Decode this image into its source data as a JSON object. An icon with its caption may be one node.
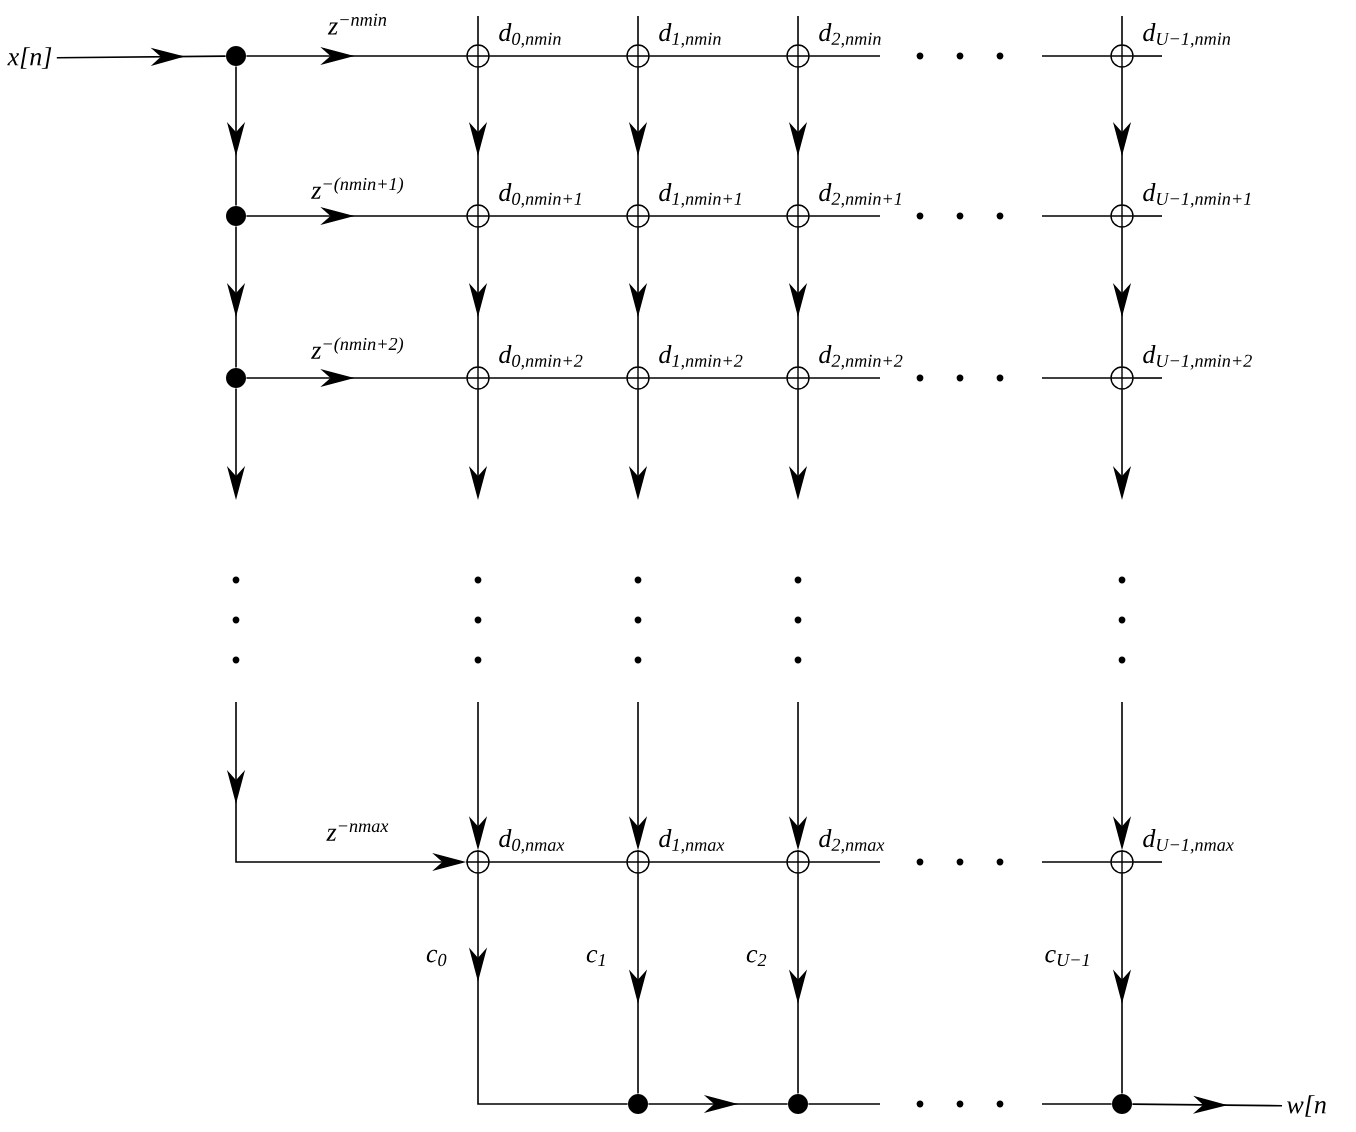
{
  "diagram": {
    "nodes": [
      {
        "text": [
          "x[n]"
        ]
      },
      {
        "text": [],
        "shape": "dot"
      },
      {
        "text": [],
        "shape": "circle",
        "beside": [
          "d$_{0,nmin}$"
        ]
      },
      {
        "text": [],
        "shape": "circle",
        "beside": [
          "d$_{1,nmin}$"
        ]
      },
      {
        "text": [],
        "shape": "circle",
        "beside": [
          "d$_{2,nmin}$"
        ]
      },
      {
        "text": [],
        "shape": "circle",
        "beside": [
          "d$_{U−1,nmin}$"
        ]
      },
      {
        "text": [],
        "shape": "dot"
      },
      {
        "text": [],
        "shape": "circle",
        "beside": [
          "d$_{0,nmin+1}$"
        ]
      },
      {
        "text": [],
        "shape": "circle",
        "beside": [
          "d$_{1,nmin+1}$"
        ]
      },
      {
        "text": [],
        "shape": "circle",
        "beside": [
          "d$_{2,nmin+1}$"
        ]
      },
      {
        "text": [],
        "shape": "circle",
        "beside": [
          "d$_{U−1,nmin+1}$"
        ]
      },
      {
        "text": [],
        "shape": "dot"
      },
      {
        "text": [],
        "shape": "circle",
        "beside": [
          "d$_{0,nmin+2}$"
        ]
      },
      {
        "text": [],
        "shape": "circle",
        "beside": [
          "d$_{1,nmin+2}$"
        ]
      },
      {
        "text": [],
        "shape": "circle",
        "beside": [
          "d$_{2,nmin+2}$"
        ]
      },
      {
        "text": [],
        "shape": "circle",
        "beside": [
          "d$_{U−1,nmin+2}$"
        ]
      },
      {
        "text": [],
        "shape": "circle",
        "beside": [
          "d$_{0,nmax}$"
        ]
      },
      {
        "text": [],
        "shape": "circle",
        "beside": [
          "d$_{1,nmax}$"
        ]
      },
      {
        "text": [],
        "shape": "circle",
        "beside": [
          "d$_{2,nmax}$"
        ]
      },
      {
        "text": [],
        "shape": "circle",
        "beside": [
          "d$_{U−1,nmax}$"
        ]
      },
      {
        "text": [],
        "shape": "dot"
      },
      {
        "text": [],
        "shape": "dot"
      },
      {
        "text": [],
        "shape": "dot"
      },
      {
        "text": [
          "w[n"
        ]
      }
    ],
    "edges": [
      {
        "from": 0,
        "to": 1,
        "arrow": "to"
      },
      {
        "from": 1,
        "to": 2,
        "arrow": "to",
        "label": "z$^{−nmin}$"
      },
      {
        "from": 6,
        "to": 7,
        "arrow": "to",
        "label": "z$^{−(nmin+1)}$"
      },
      {
        "from": 11,
        "to": 12,
        "arrow": "to",
        "label": "z$^{−(nmin+2)}$"
      },
      {
        "from": null,
        "to": 16,
        "arrow": "to",
        "label": "z$^{−nmax}$"
      },
      {
        "from": 1,
        "to": 6,
        "arrow": "to"
      },
      {
        "from": 6,
        "to": 11,
        "arrow": "to"
      },
      {
        "from": 11,
        "to": null,
        "arrow": "to"
      },
      {
        "from": 2,
        "to": 3,
        "arrow": "none"
      },
      {
        "from": 3,
        "to": 4,
        "arrow": "none"
      },
      {
        "from": 4,
        "to": null,
        "arrow": "none"
      },
      {
        "from": null,
        "to": 5,
        "arrow": "none"
      },
      {
        "from": 5,
        "to": null,
        "arrow": "none"
      },
      {
        "from": 7,
        "to": 8,
        "arrow": "none"
      },
      {
        "from": 8,
        "to": 9,
        "arrow": "none"
      },
      {
        "from": 9,
        "to": null,
        "arrow": "none"
      },
      {
        "from": null,
        "to": 10,
        "arrow": "none"
      },
      {
        "from": 10,
        "to": null,
        "arrow": "none"
      },
      {
        "from": 12,
        "to": 13,
        "arrow": "none"
      },
      {
        "from": 13,
        "to": 14,
        "arrow": "none"
      },
      {
        "from": 14,
        "to": null,
        "arrow": "none"
      },
      {
        "from": null,
        "to": 15,
        "arrow": "none"
      },
      {
        "from": 15,
        "to": null,
        "arrow": "none"
      },
      {
        "from": 16,
        "to": 17,
        "arrow": "none"
      },
      {
        "from": 17,
        "to": 18,
        "arrow": "none"
      },
      {
        "from": 18,
        "to": null,
        "arrow": "none"
      },
      {
        "from": null,
        "to": 19,
        "arrow": "none"
      },
      {
        "from": 19,
        "to": null,
        "arrow": "none"
      },
      {
        "from": null,
        "to": 2,
        "arrow": "none"
      },
      {
        "from": null,
        "to": 3,
        "arrow": "none"
      },
      {
        "from": null,
        "to": 4,
        "arrow": "none"
      },
      {
        "from": null,
        "to": 5,
        "arrow": "none"
      },
      {
        "from": 2,
        "to": 7,
        "arrow": "to"
      },
      {
        "from": 7,
        "to": 12,
        "arrow": "to"
      },
      {
        "from": 12,
        "to": null,
        "arrow": "to"
      },
      {
        "from": null,
        "to": 16,
        "arrow": "to"
      },
      {
        "from": 3,
        "to": 8,
        "arrow": "to"
      },
      {
        "from": 8,
        "to": 13,
        "arrow": "to"
      },
      {
        "from": 13,
        "to": null,
        "arrow": "to"
      },
      {
        "from": null,
        "to": 17,
        "arrow": "to"
      },
      {
        "from": 4,
        "to": 9,
        "arrow": "to"
      },
      {
        "from": 9,
        "to": 14,
        "arrow": "to"
      },
      {
        "from": 14,
        "to": null,
        "arrow": "to"
      },
      {
        "from": null,
        "to": 18,
        "arrow": "to"
      },
      {
        "from": 5,
        "to": 10,
        "arrow": "to"
      },
      {
        "from": 10,
        "to": 15,
        "arrow": "to"
      },
      {
        "from": 15,
        "to": null,
        "arrow": "to"
      },
      {
        "from": null,
        "to": 19,
        "arrow": "to"
      },
      {
        "from": 16,
        "to": 20,
        "arrow": "to",
        "label": "c$_{0}$"
      },
      {
        "from": 17,
        "to": 20,
        "arrow": "to",
        "label": "c$_{1}$"
      },
      {
        "from": 18,
        "to": 21,
        "arrow": "to",
        "label": "c$_{2}$"
      },
      {
        "from": 19,
        "to": 22,
        "arrow": "to",
        "label": "c$_{U−1}$"
      },
      {
        "from": 20,
        "to": 21,
        "arrow": "to"
      },
      {
        "from": 21,
        "to": null,
        "arrow": "none"
      },
      {
        "from": null,
        "to": 22,
        "arrow": "none"
      },
      {
        "from": 22,
        "to": 23,
        "arrow": "to"
      }
    ]
  }
}
